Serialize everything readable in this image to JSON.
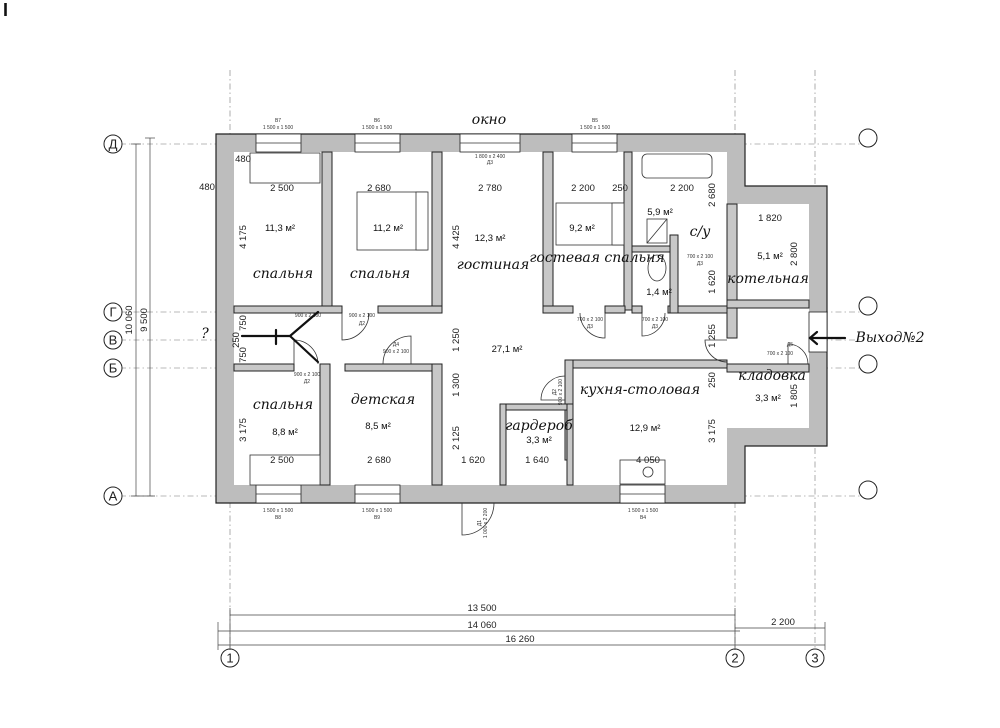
{
  "corner_mark": "I",
  "axes": {
    "rows": [
      "Д",
      "Г",
      "В",
      "Б",
      "А"
    ],
    "cols": [
      "1",
      "2",
      "3"
    ]
  },
  "rooms": {
    "bedroom1": {
      "area": "11,3 м²",
      "label": "спальня"
    },
    "bedroom2": {
      "area": "11,2 м²",
      "label": "спальня"
    },
    "living": {
      "area": "12,3 м²",
      "label": "гостиная"
    },
    "guest": {
      "area": "9,2 м²",
      "label": "гостевая спальня"
    },
    "bath": {
      "area": "5,9 м²",
      "label": "с/у"
    },
    "wc": {
      "area": "1,4 м²"
    },
    "boiler": {
      "area": "5,1 м²",
      "label": "котельная"
    },
    "hall": {
      "area": "27,1 м²"
    },
    "bedroom3": {
      "area": "8,8 м²",
      "label": "спальня"
    },
    "kids": {
      "area": "8,5 м²",
      "label": "детская"
    },
    "wardrobe": {
      "area": "3,3 м²",
      "label": "гардероб"
    },
    "kitchen": {
      "area": "12,9 м²",
      "label": "кухня-столовая"
    },
    "pantry": {
      "area": "3,3 м²",
      "label": "кладовка"
    }
  },
  "annotations": {
    "window_note": "окно",
    "exit_note": "Выход№2",
    "question": "?"
  },
  "dims_top": [
    "2 500",
    "2 680",
    "2 780",
    "2 200",
    "250",
    "2 200",
    "1 820"
  ],
  "dims_bottom_rooms": [
    "2 500",
    "2 680",
    "1 620",
    "1 640",
    "4 050"
  ],
  "dims_vertical": [
    "480",
    "480",
    "4 175",
    "4 425",
    "750",
    "250",
    "750",
    "1 250",
    "1 300",
    "2 125",
    "3 175",
    "2 680",
    "1 620",
    "1 255",
    "250",
    "3 175",
    "2 800",
    "1 805"
  ],
  "dims_overall": {
    "height_a": "10 060",
    "height_b": "9 500",
    "w1": "13 500",
    "w2": "14 060",
    "w3": "16 260",
    "w4": "2 200"
  },
  "windows": [
    "1 500 x 1 500",
    "1 500 x 1 500",
    "1 800 x 2 400",
    "1 500 x 1 500",
    "1 500 x 1 500",
    "1 500 x 1 500",
    "1 500 x 1 500"
  ],
  "window_ids": [
    "В7",
    "В6",
    "Д3",
    "В5",
    "В8",
    "В9",
    "В4"
  ],
  "doors": [
    "900 x 2 100",
    "900 x 2 100",
    "700 x 2 100",
    "700 x 2 100",
    "700 x 2 100",
    "900 x 2 100",
    "900 x 2 100",
    "900 x 2 100",
    "700 x 2 100",
    "1 000 x 2 200"
  ],
  "door_ids": [
    "Д2",
    "Д2",
    "Д3",
    "Д3",
    "Д3",
    "Д2",
    "Д4",
    "Д2",
    "Д5",
    "Д1"
  ]
}
